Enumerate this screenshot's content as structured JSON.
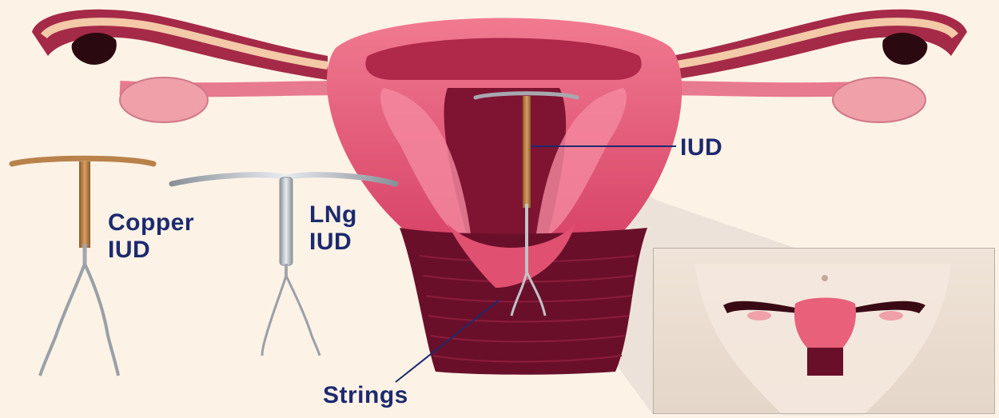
{
  "labels": {
    "copper_line1": "Copper",
    "copper_line2": "IUD",
    "lng_line1": "LNg",
    "lng_line2": "IUD",
    "iud": "IUD",
    "strings": "Strings"
  },
  "colors": {
    "background": "#fdf2e6",
    "uterus": "#e8607a",
    "uterus_dark": "#b0284a",
    "cavity": "#7e1432",
    "vagina": "#6a0f2a",
    "ovary": "#efa0a8",
    "tube": "#d8507a",
    "label_text": "#1c2a6e",
    "copper": "#b8824a",
    "wire": "#9aa0a8"
  }
}
